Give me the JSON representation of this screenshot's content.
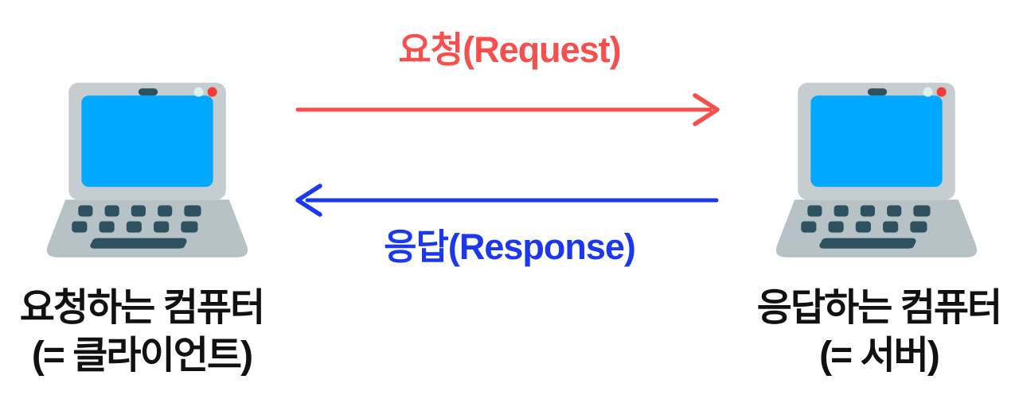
{
  "diagram": {
    "background": "#ffffff",
    "caption_color": "#111111",
    "request": {
      "label": "요청(Request)",
      "color": "#f5504d",
      "direction": "left-to-right"
    },
    "response": {
      "label": "응답(Response)",
      "color": "#1b38ef",
      "direction": "right-to-left"
    },
    "client": {
      "caption_line1": "요청하는 컴퓨터",
      "caption_line2": "(= 클라이언트)",
      "icon": "laptop-icon"
    },
    "server": {
      "caption_line1": "응답하는 컴퓨터",
      "caption_line2": "(= 서버)",
      "icon": "laptop-icon"
    },
    "laptop_colors": {
      "bezel": "#c6cdd1",
      "base": "#b7c2c6",
      "screen": "#00a9ff",
      "keys": "#2e5160",
      "dot_light": "#ddf1ef",
      "dot_red": "#f23c36"
    }
  }
}
